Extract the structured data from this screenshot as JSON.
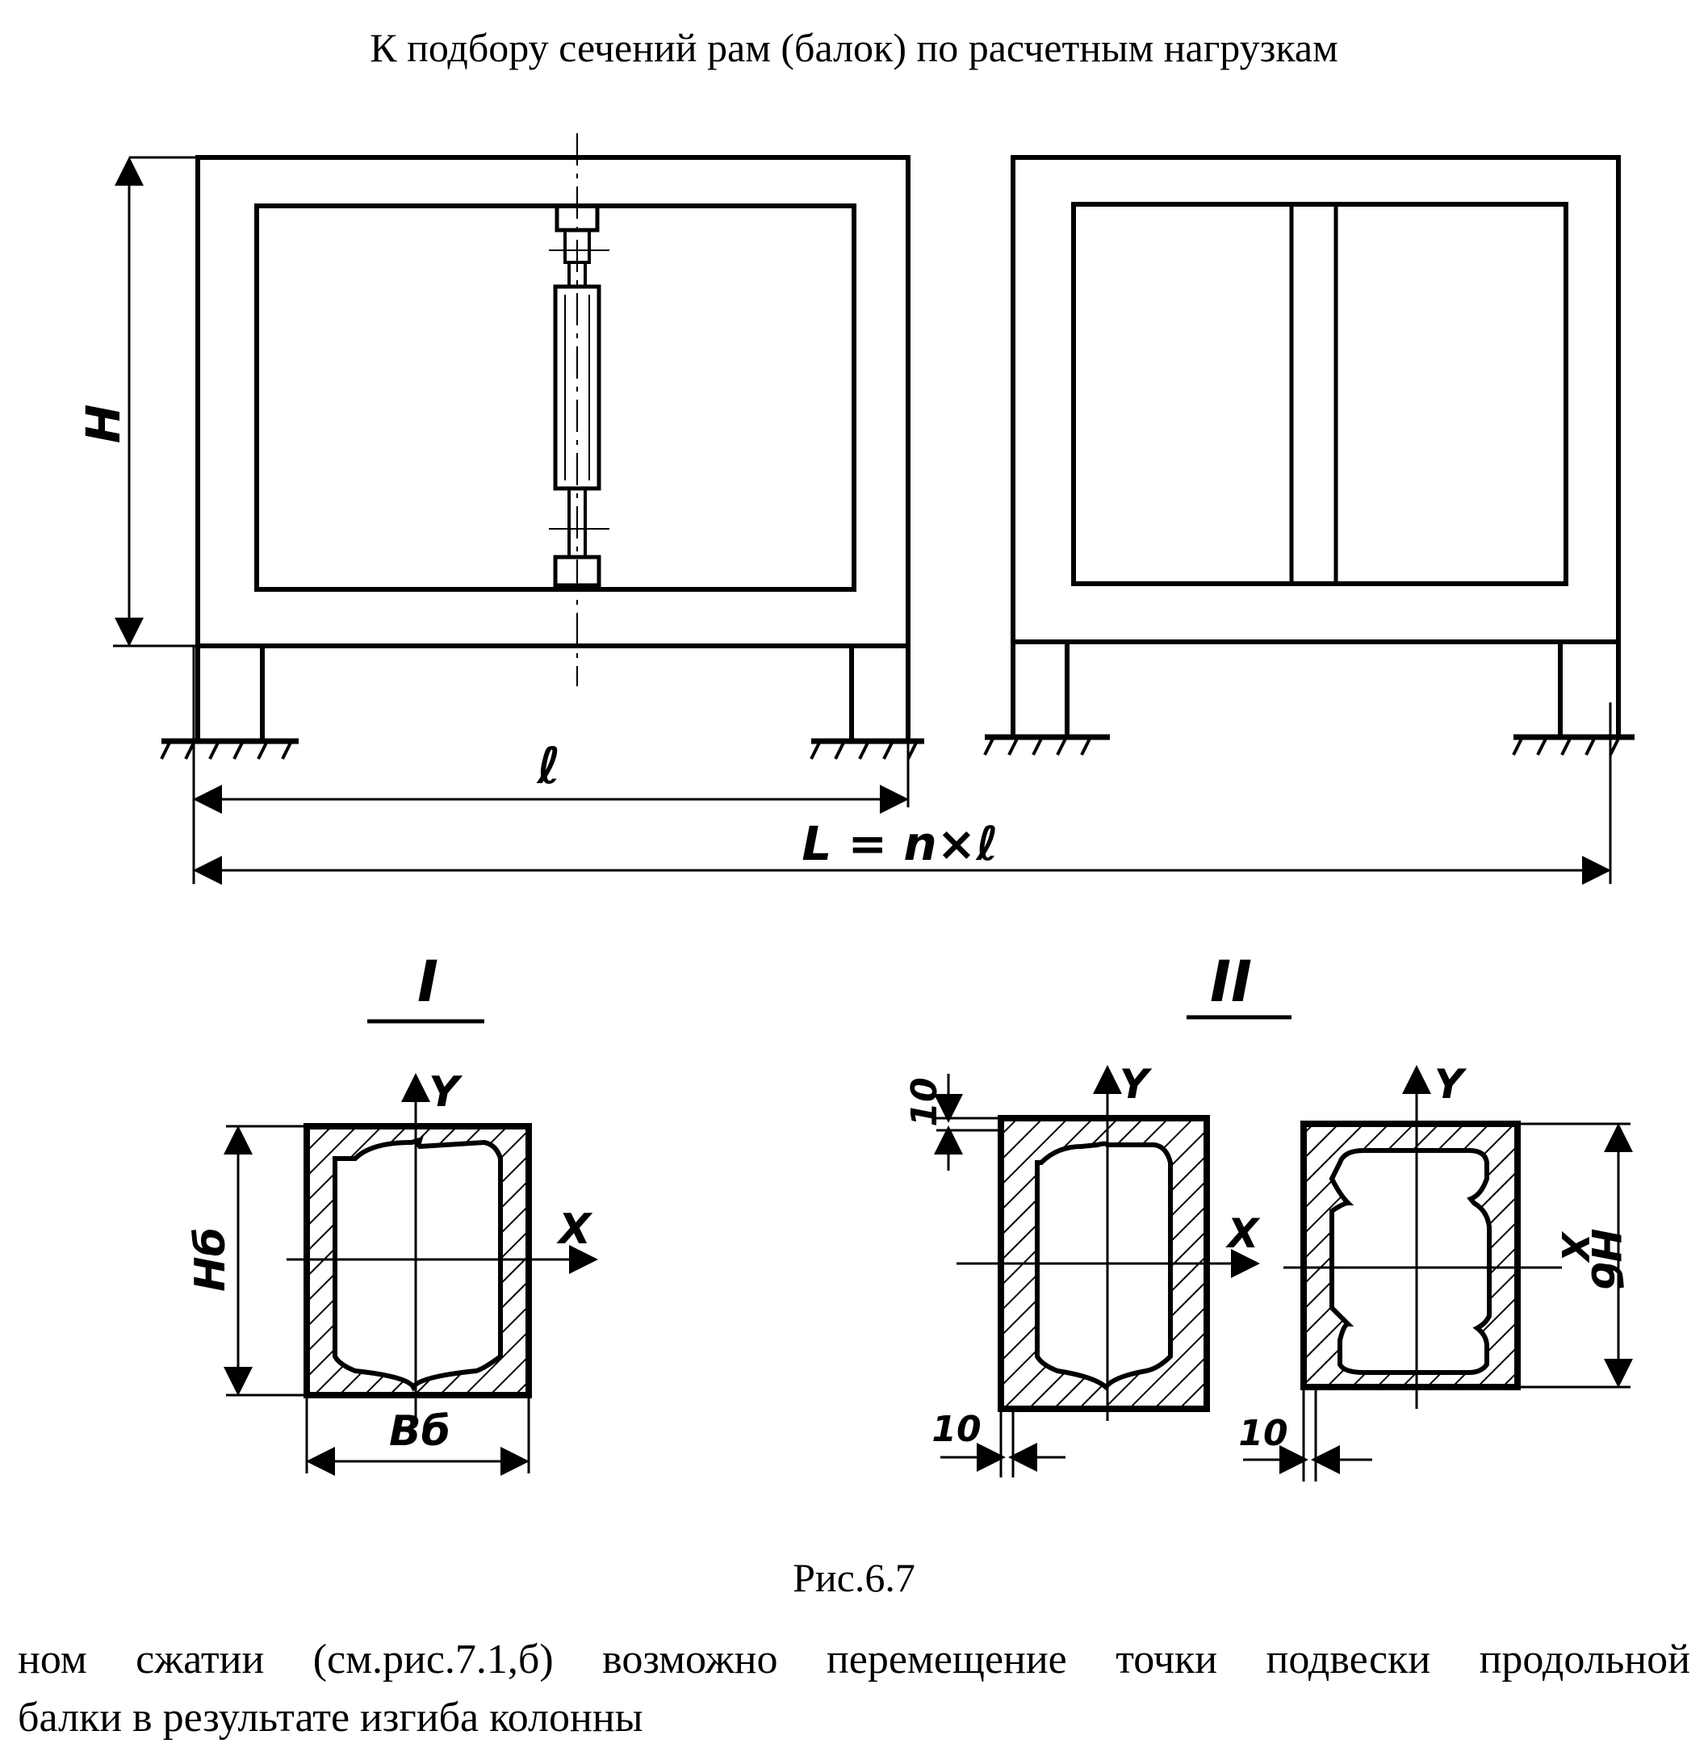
{
  "title": "К подбору сечений рам (балок) по расчетным нагрузкам",
  "caption": "Рис.6.7",
  "body_text": {
    "line1": "ном сжатии (см.рис.7.1,б) возможно перемещение точки подвески продольной",
    "line2": "балки в результате изгиба колонны"
  },
  "labels": {
    "height": "H",
    "span": "ℓ",
    "total_length": "L = n×ℓ",
    "section_1": "I",
    "section_2": "II",
    "axis_y": "Y",
    "axis_x": "X",
    "beam_height": "Hб",
    "beam_width": "Bб",
    "thickness": "10"
  }
}
